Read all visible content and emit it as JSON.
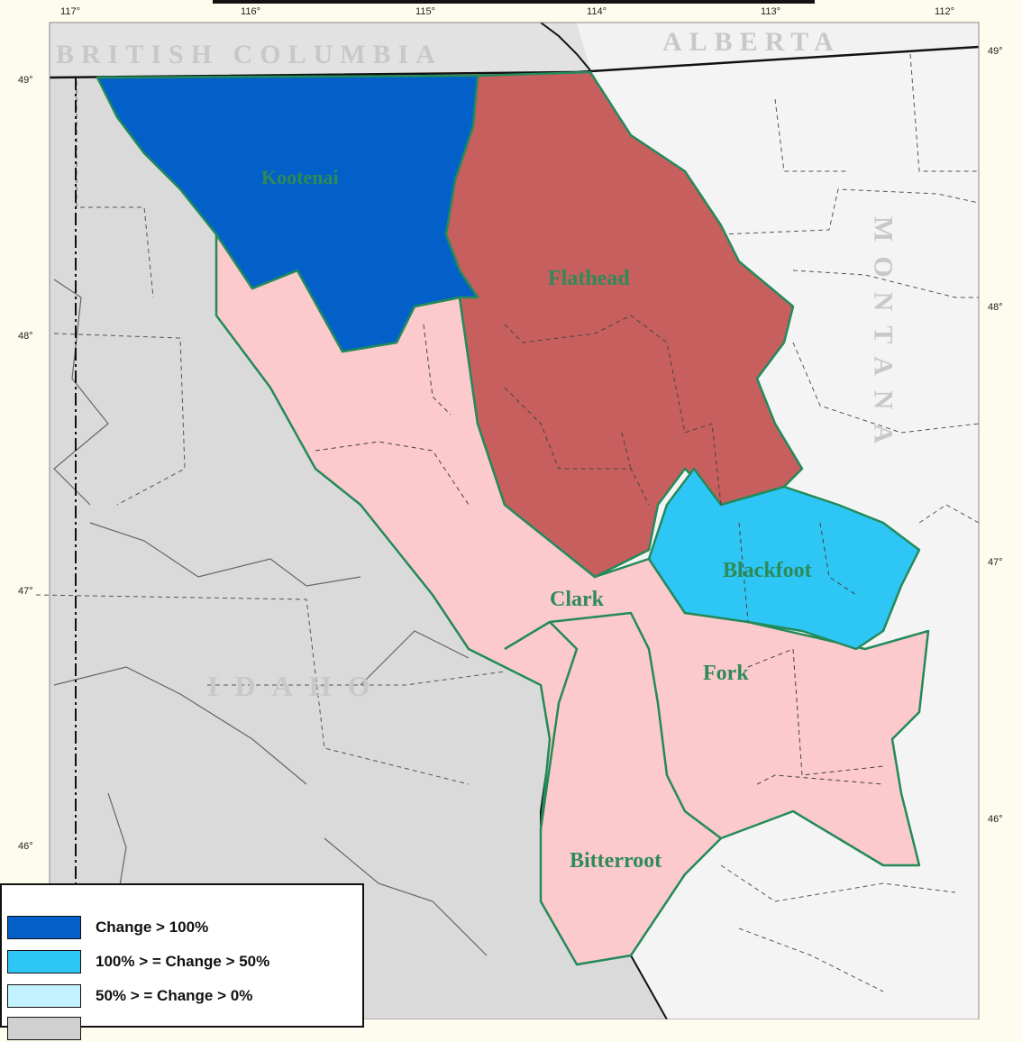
{
  "map": {
    "longitude_labels": [
      "117°",
      "116°",
      "115°",
      "114°",
      "113°",
      "112°"
    ],
    "latitude_labels_left": [
      "49°",
      "48°",
      "47°",
      "46°"
    ],
    "latitude_labels_right": [
      "49°",
      "48°",
      "47°",
      "46°"
    ],
    "states": {
      "british_columbia": "BRITISH COLUMBIA",
      "alberta": "ALBERTA",
      "montana": "MONTANA",
      "idaho": "IDAHO"
    },
    "regions": {
      "kootenai": "Kootenai",
      "flathead": "Flathead",
      "blackfoot": "Blackfoot",
      "clark": "Clark",
      "fork": "Fork",
      "bitterroot": "Bitterroot"
    },
    "colors": {
      "kootenai": "#0260c8",
      "flathead": "#c75f5f",
      "blackfoot": "#2ec6f5",
      "clark_fork": "#fcc9cc",
      "bitterroot": "#fcc9cc",
      "outline": "#238a5a",
      "idaho_land": "#dadada",
      "montana_land": "#f4f4f4",
      "canada_land": "#e0e0e0"
    }
  },
  "legend": {
    "items": [
      {
        "label": "Change > 100%",
        "color": "#0260c8"
      },
      {
        "label": "100% > = Change > 50%",
        "color": "#2ec6f5"
      },
      {
        "label": "50% > = Change > 0%",
        "color": "#c2f2ff"
      },
      {
        "label": "",
        "color": "#d0d0d0"
      }
    ]
  }
}
